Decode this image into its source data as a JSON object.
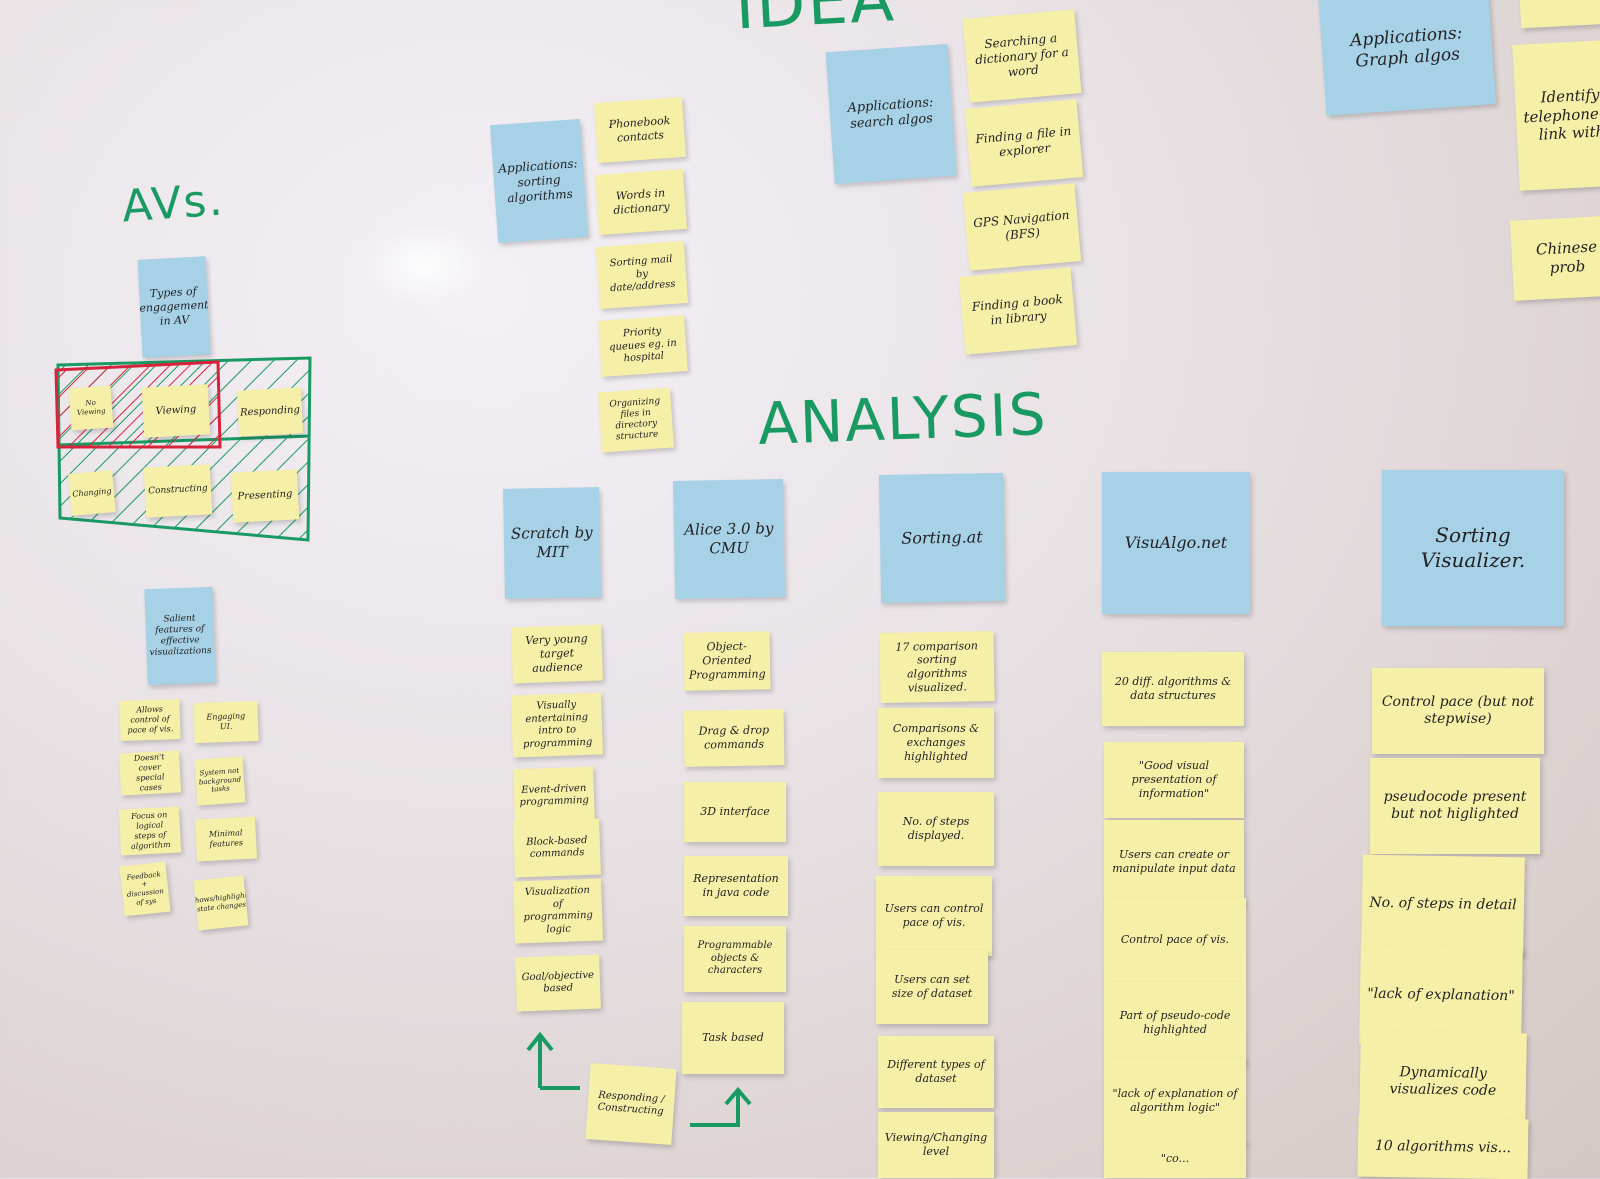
{
  "headings": {
    "ideation": "IDEA",
    "analysis": "ANALYSIS",
    "avs": "AVs."
  },
  "engagement": {
    "title": "Types of engagement in AV",
    "levels": [
      "No Viewing",
      "Viewing",
      "Responding",
      "Changing",
      "Constructing",
      "Presenting"
    ]
  },
  "salient": {
    "title": "Salient features of effective visualizations",
    "items": [
      "Allows control of pace of vis.",
      "Engaging UI.",
      "Doesn't cover special cases",
      "System not background tasks",
      "Focus on logical steps of algorithm",
      "Minimal features",
      "Feedback + discussion of sys",
      "Shows/highlights state changes"
    ]
  },
  "applications": {
    "sorting": {
      "title": "Applications: sorting algorithms",
      "items": [
        "Phonebook contacts",
        "Words in dictionary",
        "Sorting mail by date/address",
        "Priority queues eg. in hospital",
        "Organizing files in directory structure"
      ]
    },
    "search": {
      "title": "Applications: search algos",
      "items": [
        "Searching a dictionary for a word",
        "Finding a file in explorer",
        "GPS Navigation (BFS)",
        "Finding a book in library"
      ]
    },
    "graph": {
      "title": "Applications: Graph algos",
      "items": [
        "Identify telephone to link with",
        "Chinese prob"
      ]
    }
  },
  "tools": [
    {
      "name": "Scratch by MIT",
      "items": [
        "Very young target audience",
        "Visually entertaining intro to programming",
        "Event-driven programming",
        "Block-based commands",
        "Visualization of programming logic",
        "Goal/objective based"
      ]
    },
    {
      "name": "Alice 3.0 by CMU",
      "items": [
        "Object-Oriented Programming",
        "Drag & drop commands",
        "3D interface",
        "Representation in java code",
        "Programmable objects & characters",
        "Task based"
      ]
    },
    {
      "name": "Sorting.at",
      "items": [
        "17 comparison sorting algorithms visualized.",
        "Comparisons & exchanges highlighted",
        "No. of steps displayed.",
        "Users can control pace of vis.",
        "Users can set size of dataset",
        "Different types of dataset",
        "Viewing/Changing level"
      ]
    },
    {
      "name": "VisuAlgo.net",
      "items": [
        "20 diff. algorithms & data structures",
        "\"Good visual presentation of information\"",
        "Users can create or manipulate input data",
        "Control pace of vis.",
        "Part of pseudo-code highlighted",
        "\"lack of explanation of algorithm logic\"",
        "\"co..."
      ]
    },
    {
      "name": "Sorting Visualizer.",
      "items": [
        "Control pace (but not stepwise)",
        "pseudocode present but not higlighted",
        "No. of steps in detail",
        "\"lack of explanation\"",
        "Dynamically visualizes code",
        "10 algorithms vis..."
      ]
    }
  ],
  "connector": {
    "label": "Responding / Constructing"
  },
  "colors": {
    "marker_green": "#1a9a63",
    "marker_red": "#d8233c",
    "yellow_note": "#f6efa7",
    "blue_note": "#a7d1e6"
  }
}
